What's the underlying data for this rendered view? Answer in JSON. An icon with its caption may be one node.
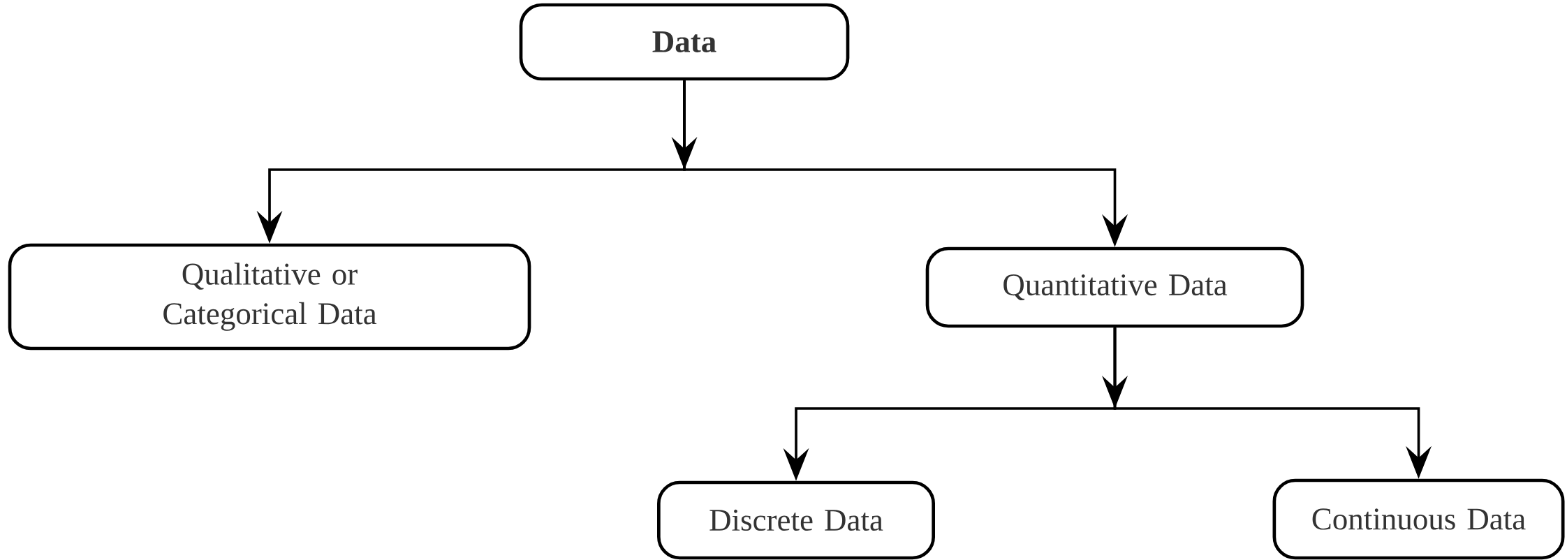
{
  "diagram": {
    "nodes": [
      {
        "text": [
          "Data"
        ]
      },
      {
        "text": [
          "Qualitative or Categorical Data"
        ]
      },
      {
        "text": [
          "Quantitative Data"
        ]
      },
      {
        "text": [
          "Discrete Data"
        ]
      },
      {
        "text": [
          "Continuous Data"
        ]
      }
    ],
    "edges": [
      {
        "from": 0,
        "to": 1,
        "arrow": "to"
      },
      {
        "from": 0,
        "to": 2,
        "arrow": "to"
      },
      {
        "from": 2,
        "to": 3,
        "arrow": "to"
      },
      {
        "from": 2,
        "to": 4,
        "arrow": "to"
      }
    ]
  }
}
